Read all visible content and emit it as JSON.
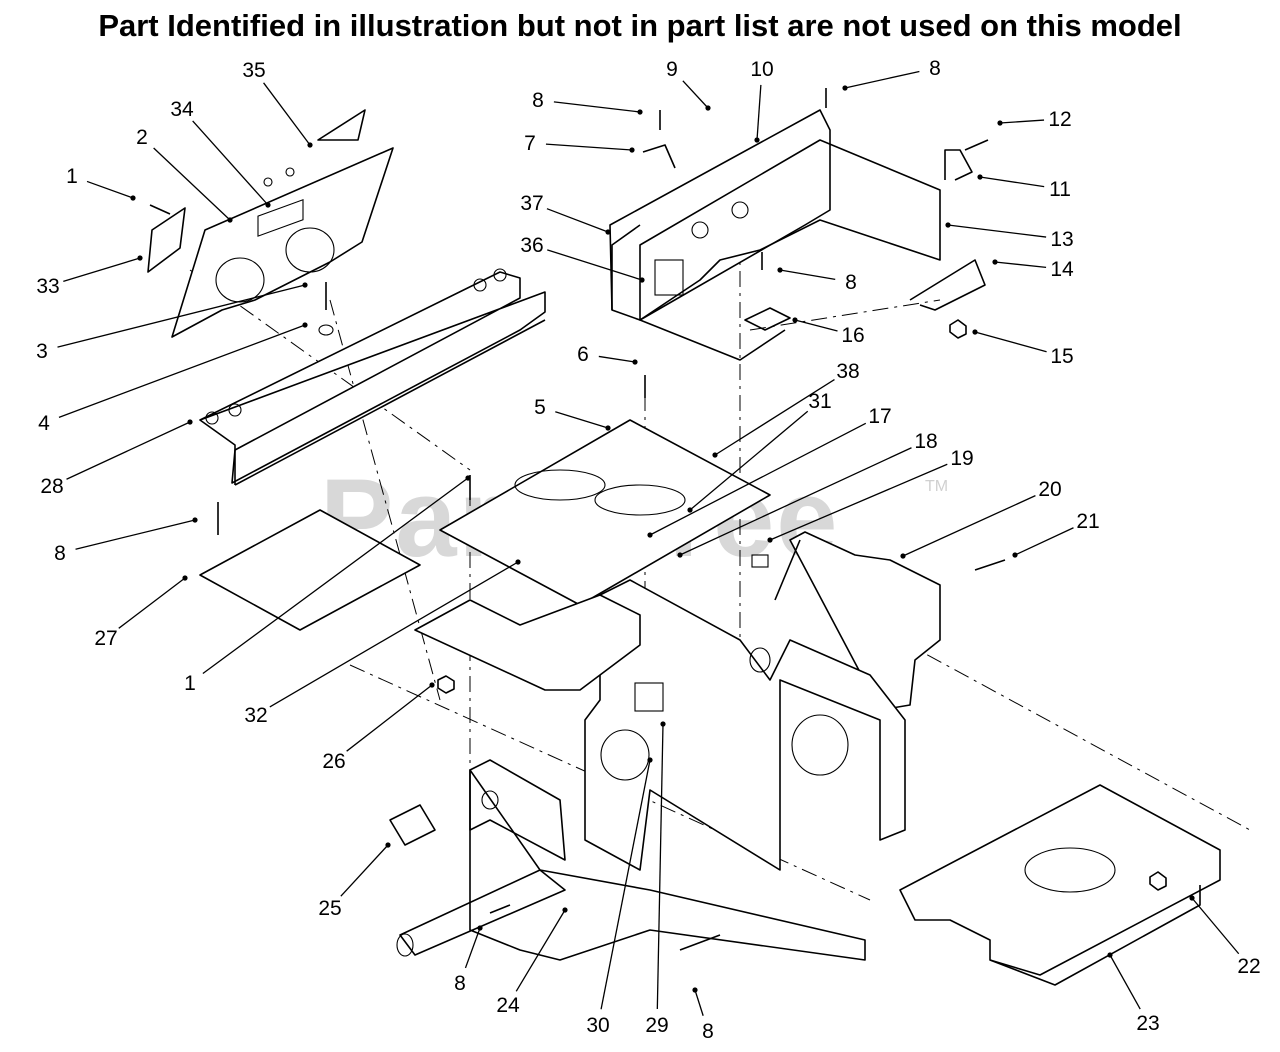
{
  "title": "Part Identified in illustration but not in part list are not used on this model",
  "watermark": "PartsTree",
  "watermark_tm": "TM",
  "labels": [
    "1",
    "2",
    "34",
    "35",
    "33",
    "3",
    "4",
    "28",
    "8",
    "7",
    "9",
    "10",
    "8",
    "12",
    "11",
    "37",
    "13",
    "36",
    "14",
    "8",
    "16",
    "15",
    "6",
    "38",
    "5",
    "31",
    "17",
    "18",
    "19",
    "20",
    "21",
    "8",
    "27",
    "1",
    "32",
    "26",
    "25",
    "24",
    "8",
    "30",
    "29",
    "8",
    "22",
    "23"
  ]
}
